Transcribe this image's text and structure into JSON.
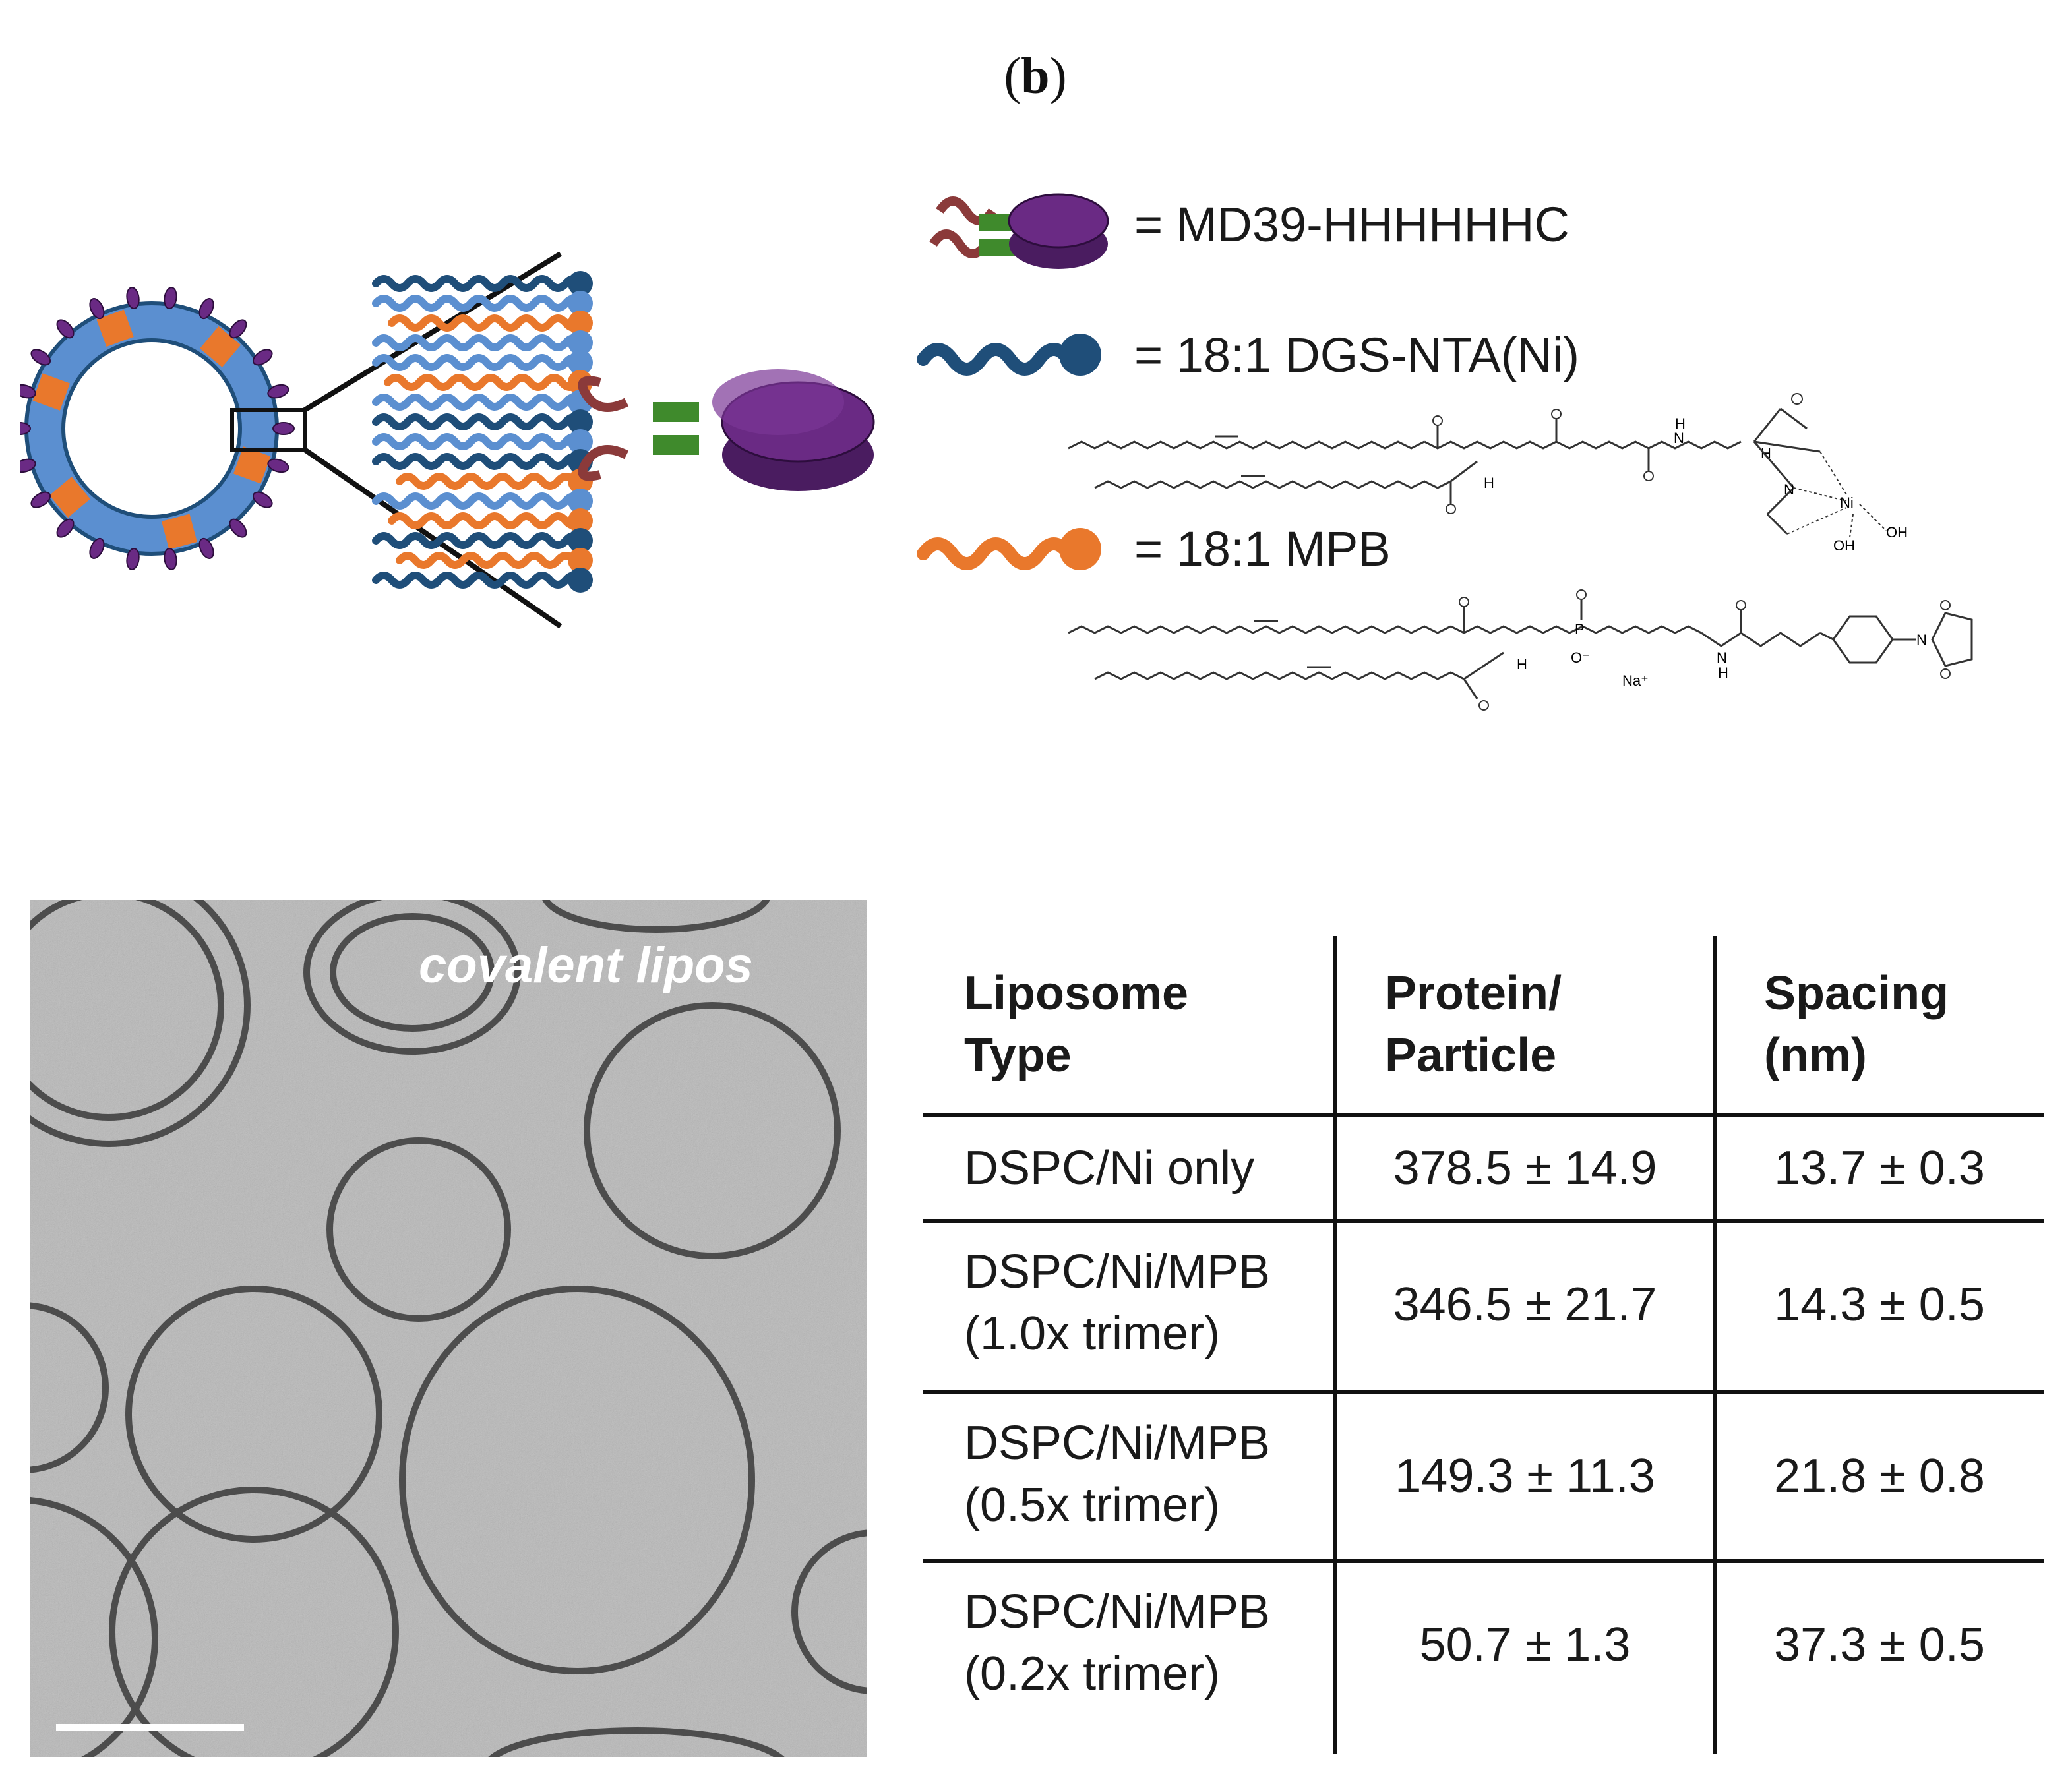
{
  "panel_label": "b",
  "legend": {
    "protein": "= MD39-HHHHHHC",
    "nta_lipid": "= 18:1 DGS-NTA(Ni)",
    "mpb_lipid": "= 18:1 MPB"
  },
  "chem_labels": {
    "nta_H_amide": "H",
    "nta_N_amide": "N",
    "nta_H_chiral": "H",
    "nta_H_glycerol": "H",
    "nta_N": "N",
    "nta_Ni": "Ni",
    "nta_OH1": "OH",
    "nta_OH2": "OH",
    "mpb_P": "P",
    "mpb_Ominus": "O⁻",
    "mpb_Na": "Na⁺",
    "mpb_H_glycerol": "H",
    "mpb_NH": "N",
    "mpb_H_amide": "H",
    "mpb_N_imide": "N"
  },
  "micrograph": {
    "label": "covalent lipos"
  },
  "table": {
    "headers": [
      [
        "Liposome",
        "Type"
      ],
      [
        "Protein/",
        "Particle"
      ],
      [
        "Spacing",
        "(nm)"
      ]
    ],
    "rows": [
      {
        "type": [
          "DSPC/Ni only"
        ],
        "protein": "378.5 ± 14.9",
        "spacing": "13.7 ± 0.3"
      },
      {
        "type": [
          "DSPC/Ni/MPB",
          "(1.0x trimer)"
        ],
        "protein": "346.5 ± 21.7",
        "spacing": "14.3 ± 0.5"
      },
      {
        "type": [
          "DSPC/Ni/MPB",
          "(0.5x trimer)"
        ],
        "protein": "149.3 ± 11.3",
        "spacing": "21.8 ± 0.8"
      },
      {
        "type": [
          "DSPC/Ni/MPB",
          "(0.2x trimer)"
        ],
        "protein": "50.7 ± 1.3",
        "spacing": "37.3 ± 0.5"
      }
    ]
  },
  "colors": {
    "dark_blue": "#1f4e79",
    "light_blue": "#5b8fd0",
    "orange": "#e9782c",
    "purple": "#6a2a84",
    "green": "#3f8a2c",
    "maroon": "#8b3a3a"
  }
}
